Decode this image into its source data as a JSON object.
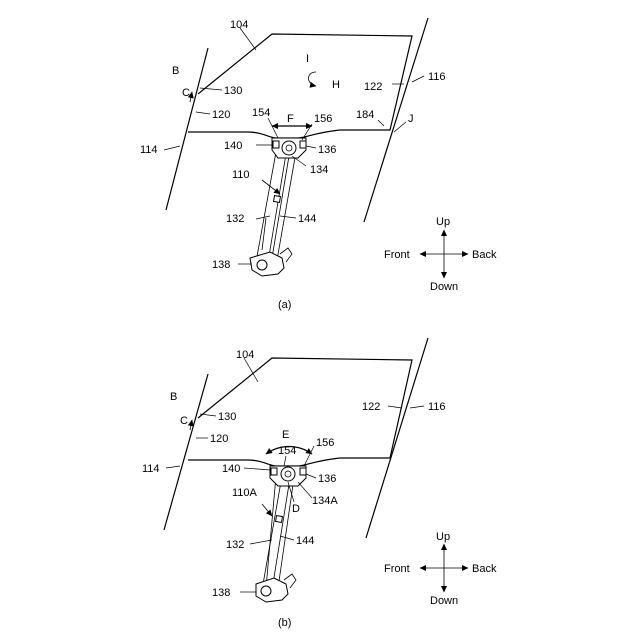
{
  "figures": [
    {
      "caption": "(a)",
      "labels": {
        "l104": "104",
        "lI": "I",
        "lH": "H",
        "lB": "B",
        "lC": "C",
        "l130": "130",
        "l120": "120",
        "l122": "122",
        "l116": "116",
        "l184": "184",
        "lJ": "J",
        "l154": "154",
        "lF": "F",
        "l156": "156",
        "l140": "140",
        "l136": "136",
        "l134": "134",
        "l114": "114",
        "l110": "110",
        "l132": "132",
        "l144": "144",
        "l138": "138"
      },
      "compass": {
        "up": "Up",
        "down": "Down",
        "front": "Front",
        "back": "Back"
      }
    },
    {
      "caption": "(b)",
      "labels": {
        "l104": "104",
        "lB": "B",
        "lC": "C",
        "l130": "130",
        "l120": "120",
        "l122": "122",
        "l116": "116",
        "lE": "E",
        "l154": "154",
        "l156": "156",
        "l140": "140",
        "l136": "136",
        "lD": "D",
        "l134A": "134A",
        "l114": "114",
        "l110A": "110A",
        "l132": "132",
        "l144": "144",
        "l138": "138"
      },
      "compass": {
        "up": "Up",
        "down": "Down",
        "front": "Front",
        "back": "Back"
      }
    }
  ]
}
